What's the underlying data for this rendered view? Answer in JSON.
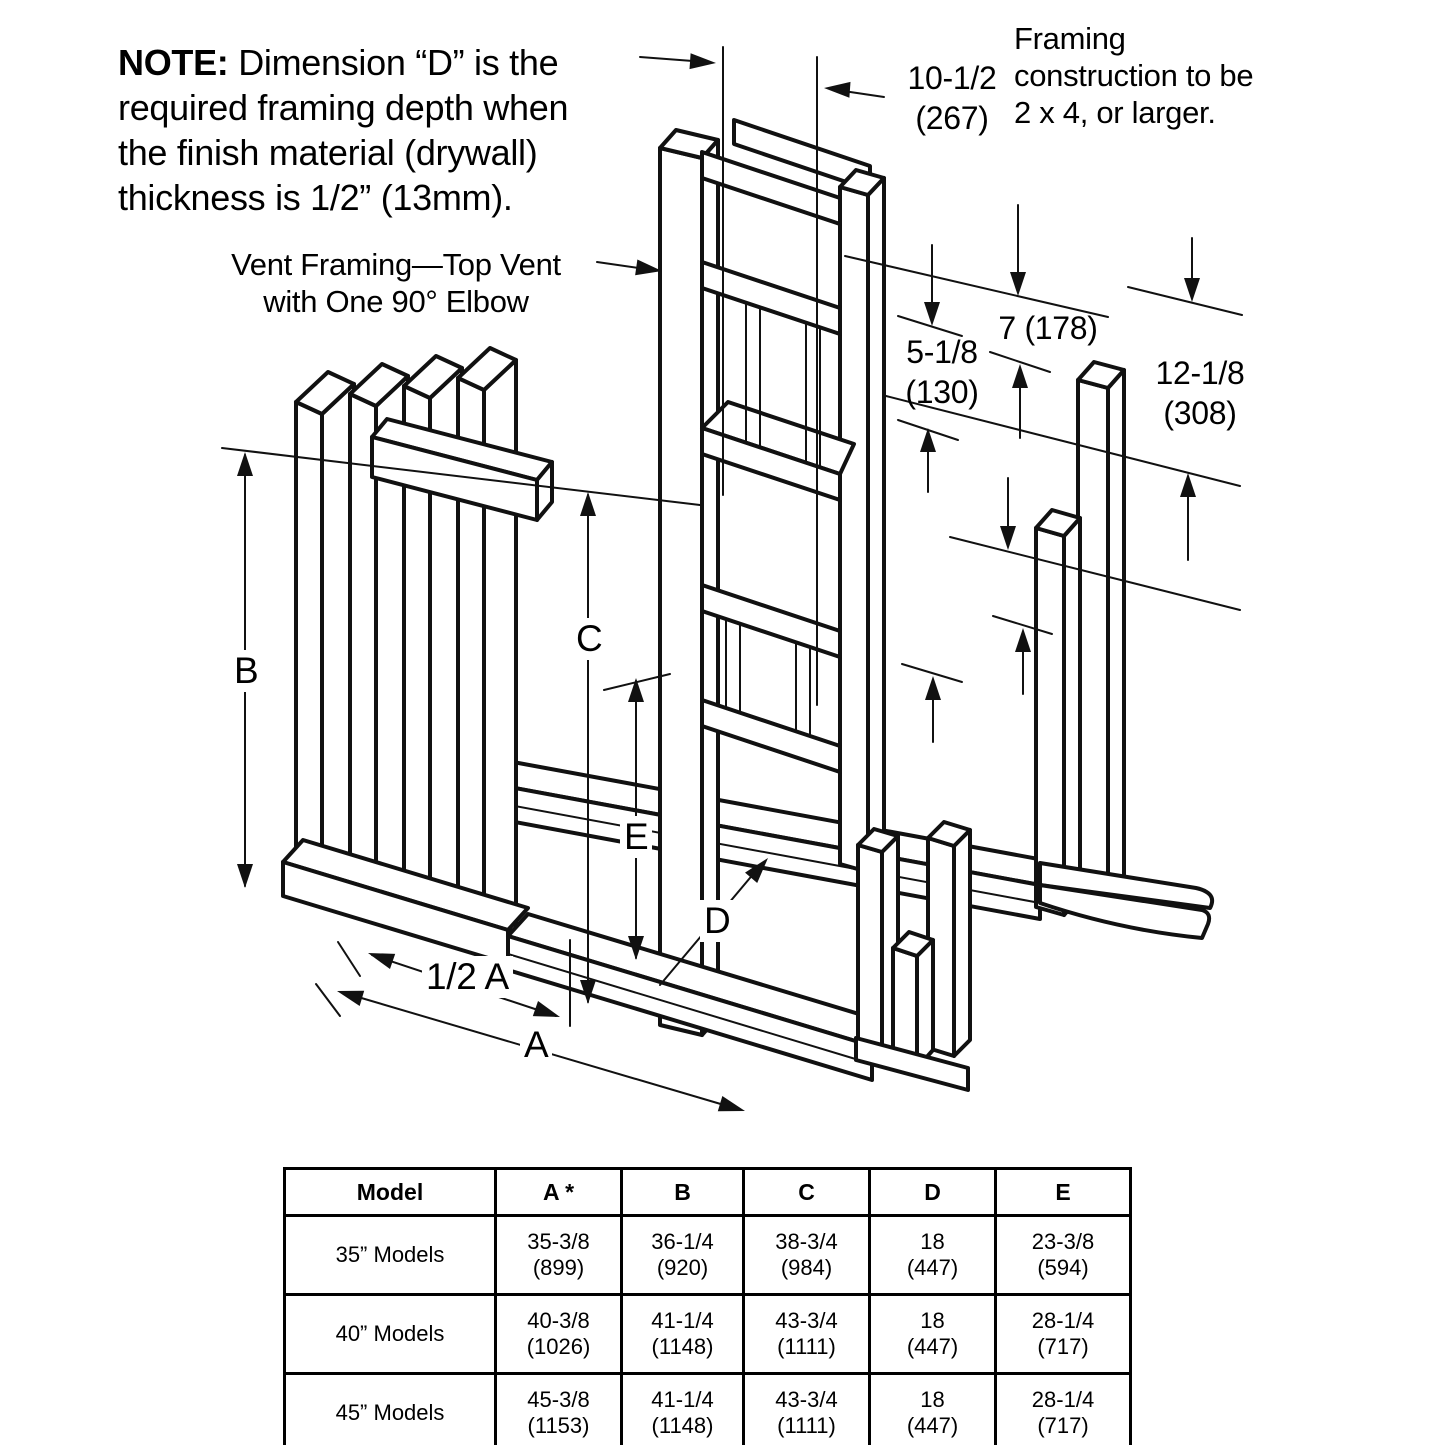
{
  "colors": {
    "line": "#111111",
    "background": "#ffffff"
  },
  "note": {
    "label": "NOTE:",
    "line1": "Dimension “D” is the",
    "line2": "required framing depth when",
    "line3": "the finish material (drywall)",
    "line4": "thickness is 1/2” (13mm)."
  },
  "vent_label": {
    "line1": "Vent Framing—Top Vent",
    "line2": "with One 90° Elbow"
  },
  "framing_note": {
    "line1": "Framing",
    "line2": "construction to be",
    "line3": "2 x 4, or larger."
  },
  "dimensions": {
    "duct_width": {
      "value": "10-1/2",
      "metric": "(267)"
    },
    "offset_top": {
      "value": "7 (178)"
    },
    "offset_side": {
      "value": "5-1/8",
      "metric": "(130)"
    },
    "offset_right": {
      "value": "12-1/8",
      "metric": "(308)"
    },
    "letter_a": "A",
    "letter_b": "B",
    "letter_c": "C",
    "letter_d": "D",
    "letter_e": "E",
    "letter_half_a": "1/2 A"
  },
  "table": {
    "headers": [
      "Model",
      "A *",
      "B",
      "C",
      "D",
      "E"
    ],
    "rows": [
      {
        "model": "35” Models",
        "cells": [
          "35-3/8\n(899)",
          "36-1/4\n(920)",
          "38-3/4\n(984)",
          "18\n(447)",
          "23-3/8\n(594)"
        ]
      },
      {
        "model": "40” Models",
        "cells": [
          "40-3/8\n(1026)",
          "41-1/4\n(1148)",
          "43-3/4\n(1111)",
          "18\n(447)",
          "28-1/4\n(717)"
        ]
      },
      {
        "model": "45” Models",
        "cells": [
          "45-3/8\n(1153)",
          "41-1/4\n(1148)",
          "43-3/4\n(1111)",
          "18\n(447)",
          "28-1/4\n(717)"
        ]
      }
    ]
  }
}
